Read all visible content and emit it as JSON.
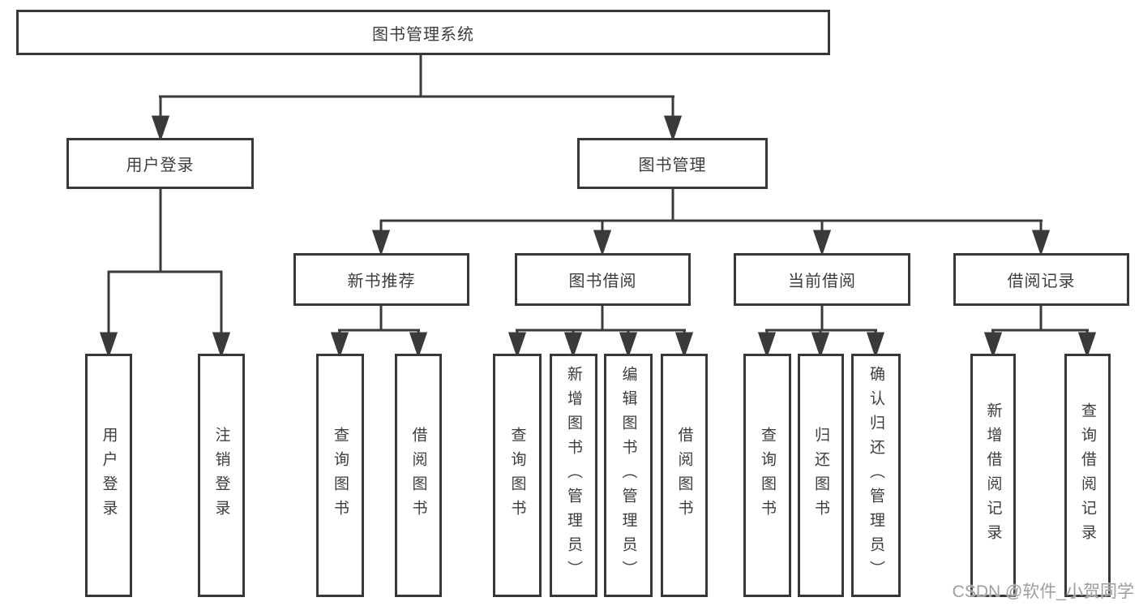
{
  "tree": {
    "root": {
      "label": "图书管理系统"
    },
    "branches": [
      {
        "label": "用户登录",
        "children": [
          {
            "label": "用户登录"
          },
          {
            "label": "注销登录"
          }
        ]
      },
      {
        "label": "图书管理",
        "children": [
          {
            "label": "新书推荐",
            "children": [
              {
                "label": "查询图书"
              },
              {
                "label": "借阅图书"
              }
            ]
          },
          {
            "label": "图书借阅",
            "children": [
              {
                "label": "查询图书"
              },
              {
                "label": "新增图书（管理员）"
              },
              {
                "label": "编辑图书（管理员）"
              },
              {
                "label": "借阅图书"
              }
            ]
          },
          {
            "label": "当前借阅",
            "children": [
              {
                "label": "查询图书"
              },
              {
                "label": "归还图书"
              },
              {
                "label": "确认归还（管理员）"
              }
            ]
          },
          {
            "label": "借阅记录",
            "children": [
              {
                "label": "新增借阅记录"
              },
              {
                "label": "查询借阅记录"
              }
            ]
          }
        ]
      }
    ]
  },
  "watermark": {
    "text": "CSDN @软件_小贺同学"
  },
  "colors": {
    "line": "#3a3a3a",
    "border": "#383838",
    "text": "#3d3d3d",
    "watermark": "#969696",
    "background": "#ffffff"
  }
}
